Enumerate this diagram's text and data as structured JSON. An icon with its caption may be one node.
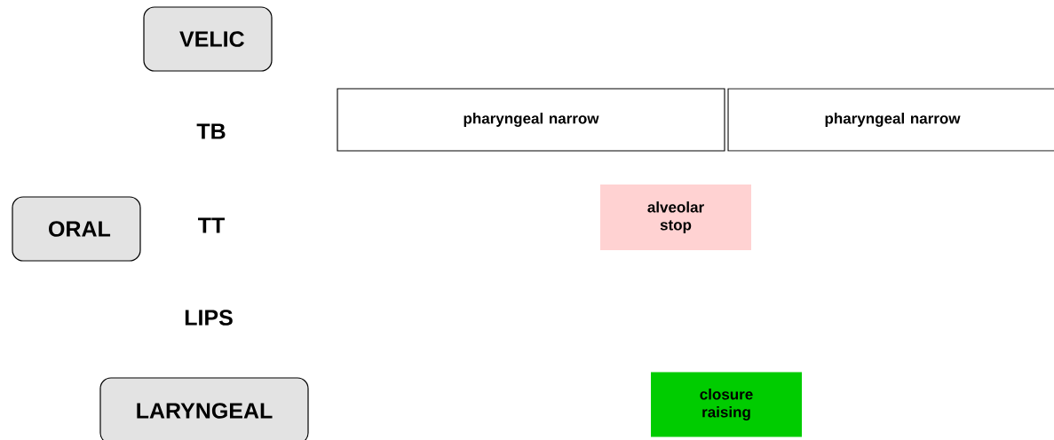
{
  "diagram": {
    "nodes": [
      {
        "text": [
          "VELIC"
        ]
      },
      {
        "text": [
          "pharyngeal narrow"
        ]
      },
      {
        "text": [
          "pharyngeal narrow"
        ]
      },
      {
        "text": [
          "ORAL"
        ]
      },
      {
        "text": [
          "alveolar stop"
        ]
      },
      {
        "text": [
          "LARYNGEAL"
        ]
      },
      {
        "text": [
          "closure raising"
        ]
      }
    ],
    "labels": [
      "TB",
      "TT",
      "LIPS"
    ]
  }
}
